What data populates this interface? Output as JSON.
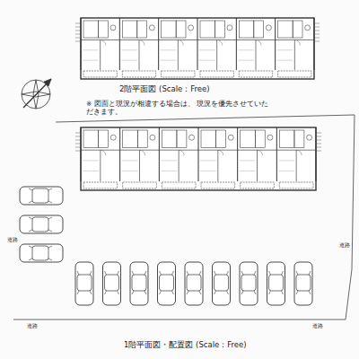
{
  "diagram": {
    "labels": [
      "2階平面図 (Scale：Free)",
      "※ 図面と現況が相違する場合は、 現況を優先させていただきます。",
      "1階平面図・配置図 (Scale：Free)",
      "道路",
      "道路",
      "道路",
      "道路"
    ]
  }
}
